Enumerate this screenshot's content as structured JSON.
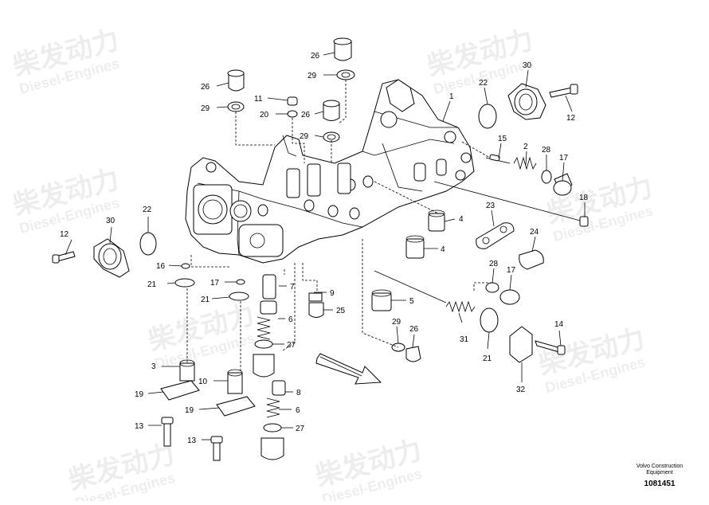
{
  "watermark": {
    "brand_cn": "柴发动力",
    "brand_en": "Diesel-Engines"
  },
  "credit": {
    "company": "Volvo Construction",
    "division": "Equipment",
    "drawing_number": "1081451"
  },
  "callouts": [
    "1",
    "2",
    "3",
    "4",
    "4",
    "5",
    "6",
    "6",
    "7",
    "8",
    "9",
    "10",
    "11",
    "12",
    "12",
    "13",
    "13",
    "14",
    "15",
    "16",
    "17",
    "17",
    "18",
    "19",
    "19",
    "20",
    "21",
    "21",
    "21",
    "22",
    "22",
    "23",
    "24",
    "25",
    "26",
    "26",
    "26",
    "26",
    "27",
    "27",
    "28",
    "28",
    "29",
    "29",
    "29",
    "29",
    "30",
    "30",
    "31",
    "32"
  ]
}
